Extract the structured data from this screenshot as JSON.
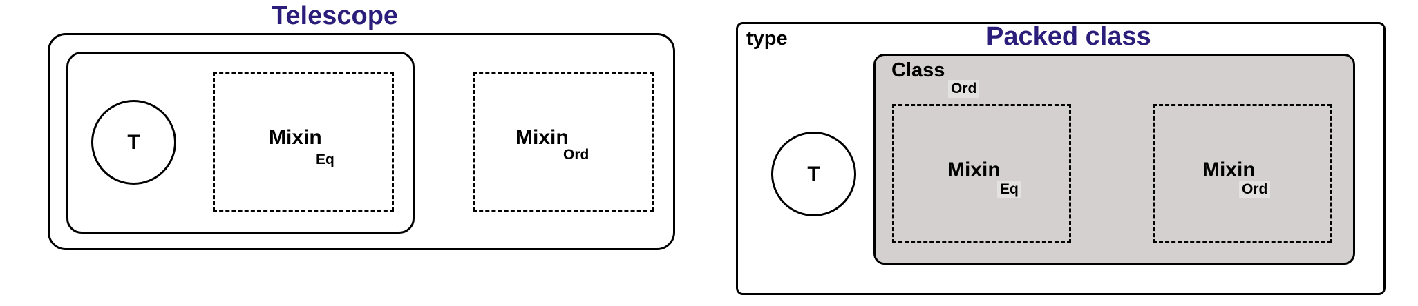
{
  "left_diagram": {
    "title": "Telescope",
    "core_symbol": "T",
    "mixin_eq": {
      "label": "Mixin",
      "subscript": "Eq"
    },
    "mixin_ord": {
      "label": "Mixin",
      "subscript": "Ord"
    }
  },
  "right_diagram": {
    "title": "Packed class",
    "outer_label": "type",
    "class_label": "Class",
    "class_subscript": "Ord",
    "core_symbol": "T",
    "mixin_eq": {
      "label": "Mixin",
      "subscript": "Eq"
    },
    "mixin_ord": {
      "label": "Mixin",
      "subscript": "Ord"
    }
  },
  "colors": {
    "title": "#2b1d7a",
    "class_fill": "#d4d0cf",
    "stroke": "#000000"
  }
}
